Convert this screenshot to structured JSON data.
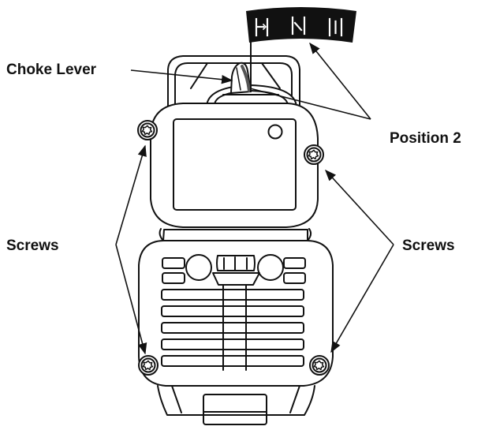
{
  "labels": {
    "choke_lever": "Choke Lever",
    "position_2": "Position 2",
    "screws_left": "Screws",
    "screws_right": "Screws"
  },
  "choke_positions": {
    "count": 3,
    "icons": [
      "choke-position-1-icon",
      "choke-position-2-icon",
      "choke-position-3-icon"
    ],
    "indicated": 2
  },
  "colors": {
    "line": "#111111",
    "background": "#ffffff"
  }
}
